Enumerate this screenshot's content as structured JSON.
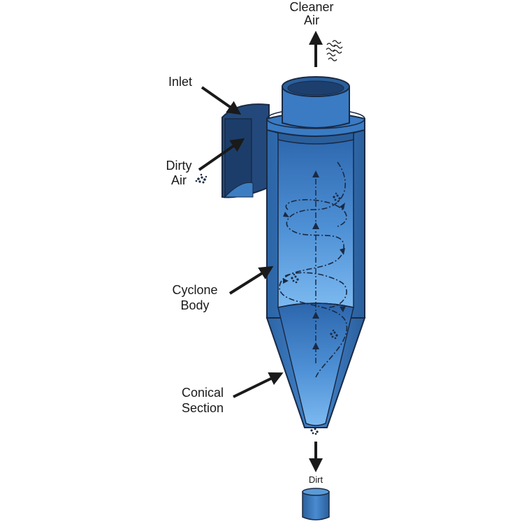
{
  "labels": {
    "cleaner_air_line1": "Cleaner",
    "cleaner_air_line2": "Air",
    "inlet": "Inlet",
    "dirty_air_line1": "Dirty",
    "dirty_air_line2": "Air",
    "cyclone_body_line1": "Cyclone",
    "cyclone_body_line2": "Body",
    "conical_section_line1": "Conical",
    "conical_section_line2": "Section",
    "dirt": "Dirt"
  },
  "colors": {
    "body_blue": "#2f6cae",
    "body_light": "#5a9ad6",
    "body_dark": "#1f4f86",
    "inlet_dark": "#1d3f6e",
    "interior_top": "#2e6cb4",
    "interior_bottom": "#6fb0ec",
    "outline": "#1a2a44",
    "text": "#1a1a1a"
  }
}
